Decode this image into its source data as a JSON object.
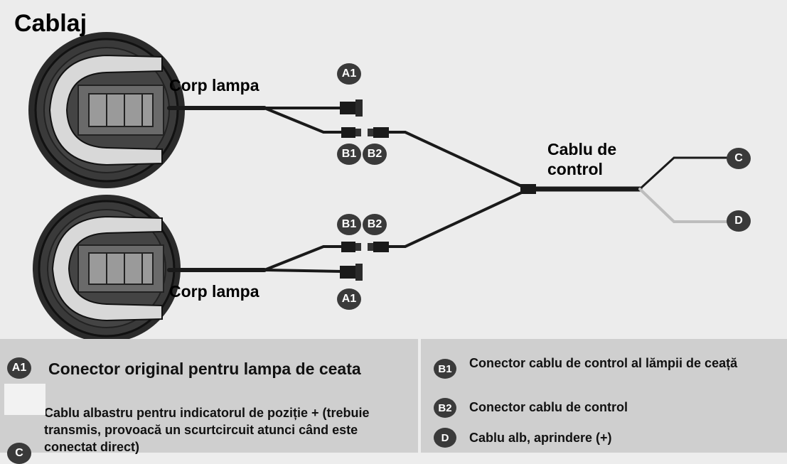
{
  "title": "Cablaj",
  "labels": {
    "lamp_top": "Corp lampa",
    "lamp_bottom": "Corp lampa",
    "control_cable": "Cablu de control"
  },
  "badges": {
    "a1_top": "A1",
    "b1_top": "B1",
    "b2_top": "B2",
    "b1_bottom": "B1",
    "b2_bottom": "B2",
    "a1_bottom": "A1",
    "c": "C",
    "d": "D"
  },
  "legend": {
    "a1": {
      "badge": "A1",
      "text": "Conector original pentru lampa de ceata"
    },
    "c": {
      "badge": "C",
      "text": "Cablu albastru pentru indicatorul de poziție + (trebuie transmis, provoacă un scurtcircuit atunci când este conectat direct)"
    },
    "b1": {
      "badge": "B1",
      "text": "Conector cablu de control al lămpii de ceață"
    },
    "b2": {
      "badge": "B2",
      "text": "Conector cablu de control"
    },
    "d": {
      "badge": "D",
      "text": "Cablu alb, aprindere (+)"
    }
  },
  "colors": {
    "cable": "#1a1a1a",
    "wire_white": "#bdbdbd",
    "badge": "#3a3a3a",
    "legend_bg": "#cfcfcf"
  }
}
